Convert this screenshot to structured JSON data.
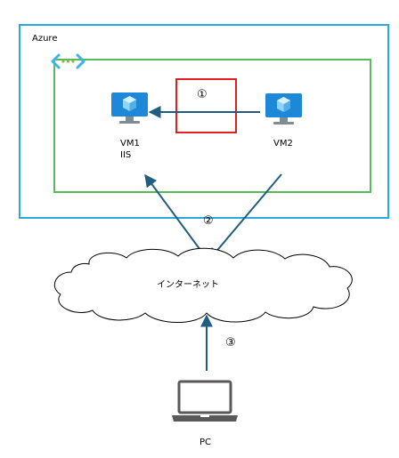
{
  "azure": {
    "label": "Azure"
  },
  "vm1": {
    "name": "VM1",
    "role": "IIS"
  },
  "vm2": {
    "name": "VM2"
  },
  "internet": {
    "label": "インターネット"
  },
  "pc": {
    "label": "PC"
  },
  "steps": {
    "one": "①",
    "two": "②",
    "three": "③"
  },
  "colors": {
    "azure_border": "#29a8e0",
    "vnet_border": "#5cb85c",
    "highlight_box": "#e02020",
    "arrow": "#1f5e80",
    "vm_icon": "#1e88d8",
    "vnet_icon": "#3db4e6",
    "vnet_dots": "#7ac143"
  }
}
